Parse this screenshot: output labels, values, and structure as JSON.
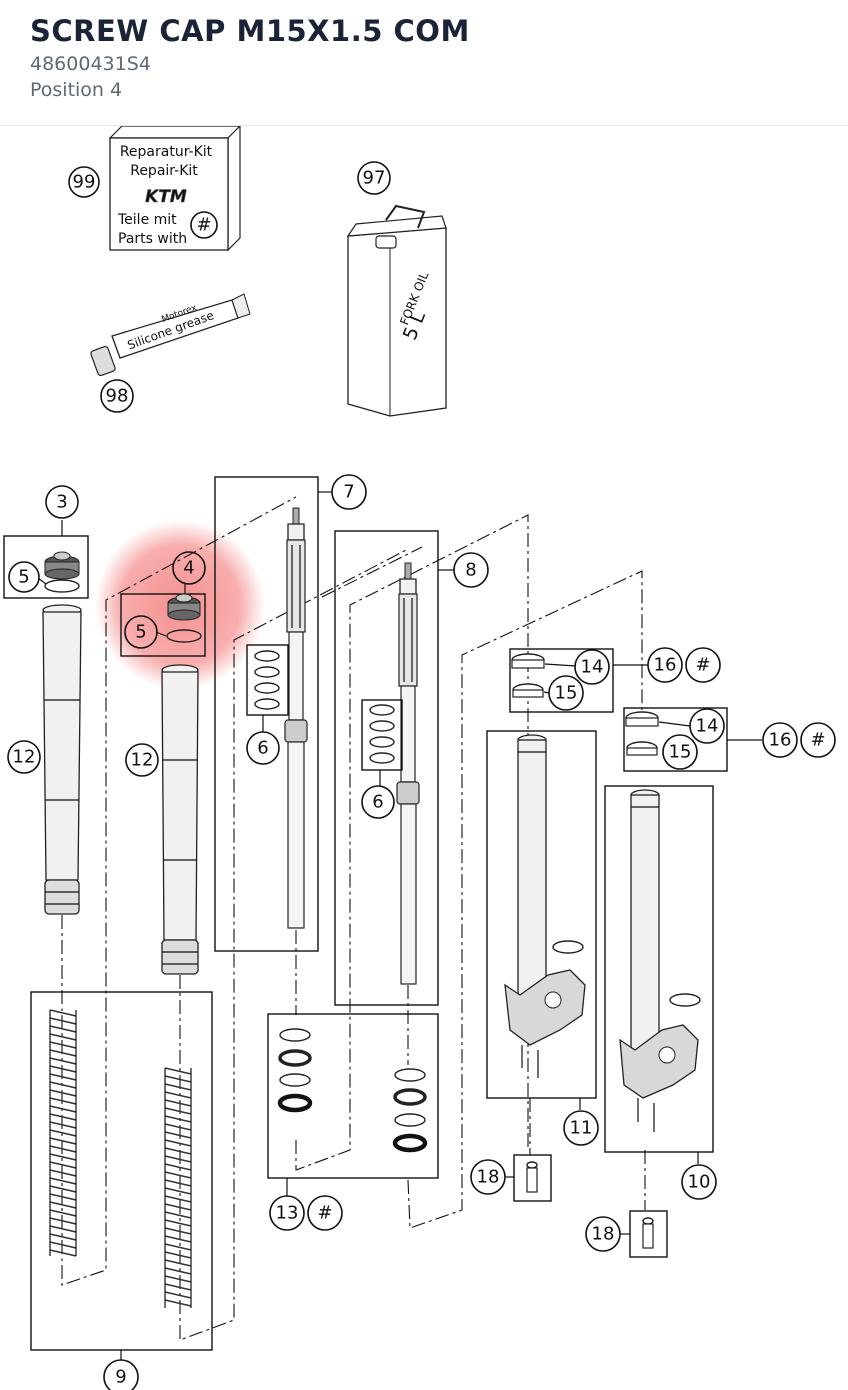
{
  "header": {
    "title": "SCREW CAP M15X1.5 COM",
    "part_number": "48600431S4",
    "position": "Position 4"
  },
  "highlight": {
    "color": "#f26b6b",
    "position_number": "4"
  },
  "kit_box": {
    "line1": "Reparatur-Kit",
    "line2": "Repair-Kit",
    "brand": "KTM",
    "line3": "Teile mit",
    "line4": "Parts with",
    "symbol": "#"
  },
  "oil_can": {
    "line1": "FORK OIL",
    "line2": "5 L"
  },
  "grease_tube": {
    "line1": "Silicone grease",
    "line2": "Motorex"
  },
  "callouts": {
    "c99": "99",
    "c97": "97",
    "c98": "98",
    "c3": "3",
    "c5a": "5",
    "c4": "4",
    "c5b": "5",
    "c7": "7",
    "c8": "8",
    "c6a": "6",
    "c6b": "6",
    "c12a": "12",
    "c12b": "12",
    "c14a": "14",
    "c15a": "15",
    "c16a": "16",
    "h16a": "#",
    "c14b": "14",
    "c15b": "15",
    "c16b": "16",
    "h16b": "#",
    "c11": "11",
    "c10": "10",
    "c9": "9",
    "c13": "13",
    "h13": "#",
    "c18a": "18",
    "c18b": "18"
  }
}
